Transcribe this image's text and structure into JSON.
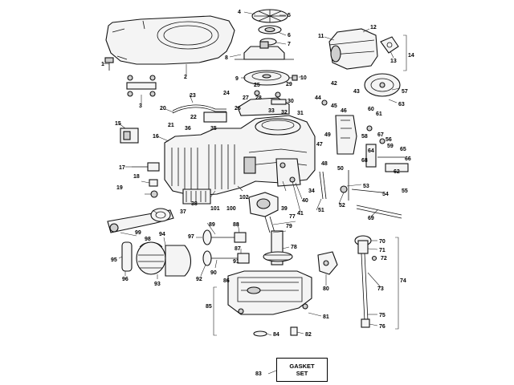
{
  "diagram": {
    "gasket_set": {
      "line1": "GASKET",
      "line2": "SET",
      "ref": "83"
    },
    "callouts": [
      {
        "id": "c1",
        "text": "1"
      },
      {
        "id": "c2",
        "text": "2"
      },
      {
        "id": "c3",
        "text": "3"
      },
      {
        "id": "c4",
        "text": "4"
      },
      {
        "id": "c5",
        "text": "5"
      },
      {
        "id": "c6",
        "text": "6"
      },
      {
        "id": "c7",
        "text": "7"
      },
      {
        "id": "c8",
        "text": "8"
      },
      {
        "id": "c9",
        "text": "9"
      },
      {
        "id": "c10",
        "text": "10"
      },
      {
        "id": "c11",
        "text": "11"
      },
      {
        "id": "c12",
        "text": "12"
      },
      {
        "id": "c13",
        "text": "13"
      },
      {
        "id": "c14",
        "text": "14"
      },
      {
        "id": "c15",
        "text": "15"
      },
      {
        "id": "c16",
        "text": "16"
      },
      {
        "id": "c17",
        "text": "17"
      },
      {
        "id": "c18",
        "text": "18"
      },
      {
        "id": "c19",
        "text": "19"
      },
      {
        "id": "c20",
        "text": "20"
      },
      {
        "id": "c21",
        "text": "21"
      },
      {
        "id": "c22",
        "text": "22"
      },
      {
        "id": "c23",
        "text": "23"
      },
      {
        "id": "c24",
        "text": "24"
      },
      {
        "id": "c25",
        "text": "25"
      },
      {
        "id": "c26",
        "text": "26"
      },
      {
        "id": "c27",
        "text": "27"
      },
      {
        "id": "c28",
        "text": "28"
      },
      {
        "id": "c29",
        "text": "29"
      },
      {
        "id": "c30",
        "text": "30"
      },
      {
        "id": "c31",
        "text": "31"
      },
      {
        "id": "c32",
        "text": "32"
      },
      {
        "id": "c33",
        "text": "33"
      },
      {
        "id": "c34",
        "text": "34"
      },
      {
        "id": "c35",
        "text": "35"
      },
      {
        "id": "c36",
        "text": "36"
      },
      {
        "id": "c37",
        "text": "37"
      },
      {
        "id": "c38",
        "text": "38"
      },
      {
        "id": "c39",
        "text": "39"
      },
      {
        "id": "c40",
        "text": "40"
      },
      {
        "id": "c41",
        "text": "41"
      },
      {
        "id": "c42",
        "text": "42"
      },
      {
        "id": "c43",
        "text": "43"
      },
      {
        "id": "c44",
        "text": "44"
      },
      {
        "id": "c45",
        "text": "45"
      },
      {
        "id": "c46",
        "text": "46"
      },
      {
        "id": "c47",
        "text": "47"
      },
      {
        "id": "c48",
        "text": "48"
      },
      {
        "id": "c49",
        "text": "49"
      },
      {
        "id": "c50",
        "text": "50"
      },
      {
        "id": "c51",
        "text": "51"
      },
      {
        "id": "c52",
        "text": "52"
      },
      {
        "id": "c53",
        "text": "53"
      },
      {
        "id": "c54",
        "text": "54"
      },
      {
        "id": "c55",
        "text": "55"
      },
      {
        "id": "c56",
        "text": "56"
      },
      {
        "id": "c57",
        "text": "57"
      },
      {
        "id": "c58",
        "text": "58"
      },
      {
        "id": "c59",
        "text": "59"
      },
      {
        "id": "c60",
        "text": "60"
      },
      {
        "id": "c61",
        "text": "61"
      },
      {
        "id": "c62",
        "text": "62"
      },
      {
        "id": "c63",
        "text": "63"
      },
      {
        "id": "c64",
        "text": "64"
      },
      {
        "id": "c65",
        "text": "65"
      },
      {
        "id": "c66",
        "text": "66"
      },
      {
        "id": "c67",
        "text": "67"
      },
      {
        "id": "c68",
        "text": "68"
      },
      {
        "id": "c69",
        "text": "69"
      },
      {
        "id": "c70",
        "text": "70"
      },
      {
        "id": "c71",
        "text": "71"
      },
      {
        "id": "c72",
        "text": "72"
      },
      {
        "id": "c73",
        "text": "73"
      },
      {
        "id": "c74",
        "text": "74"
      },
      {
        "id": "c75",
        "text": "75"
      },
      {
        "id": "c76",
        "text": "76"
      },
      {
        "id": "c77",
        "text": "77"
      },
      {
        "id": "c78",
        "text": "78"
      },
      {
        "id": "c79",
        "text": "79"
      },
      {
        "id": "c80",
        "text": "80"
      },
      {
        "id": "c81",
        "text": "81"
      },
      {
        "id": "c82",
        "text": "82"
      },
      {
        "id": "c84",
        "text": "84"
      },
      {
        "id": "c85",
        "text": "85"
      },
      {
        "id": "c86",
        "text": "86"
      },
      {
        "id": "c87",
        "text": "87"
      },
      {
        "id": "c88",
        "text": "88"
      },
      {
        "id": "c89",
        "text": "89"
      },
      {
        "id": "c90",
        "text": "90"
      },
      {
        "id": "c91",
        "text": "91"
      },
      {
        "id": "c92",
        "text": "92"
      },
      {
        "id": "c93",
        "text": "93"
      },
      {
        "id": "c94",
        "text": "94"
      },
      {
        "id": "c95",
        "text": "95"
      },
      {
        "id": "c96",
        "text": "96"
      },
      {
        "id": "c97",
        "text": "97"
      },
      {
        "id": "c98",
        "text": "98"
      },
      {
        "id": "c99",
        "text": "99"
      },
      {
        "id": "c100",
        "text": "100"
      },
      {
        "id": "c101",
        "text": "101"
      },
      {
        "id": "c102",
        "text": "102"
      }
    ]
  }
}
